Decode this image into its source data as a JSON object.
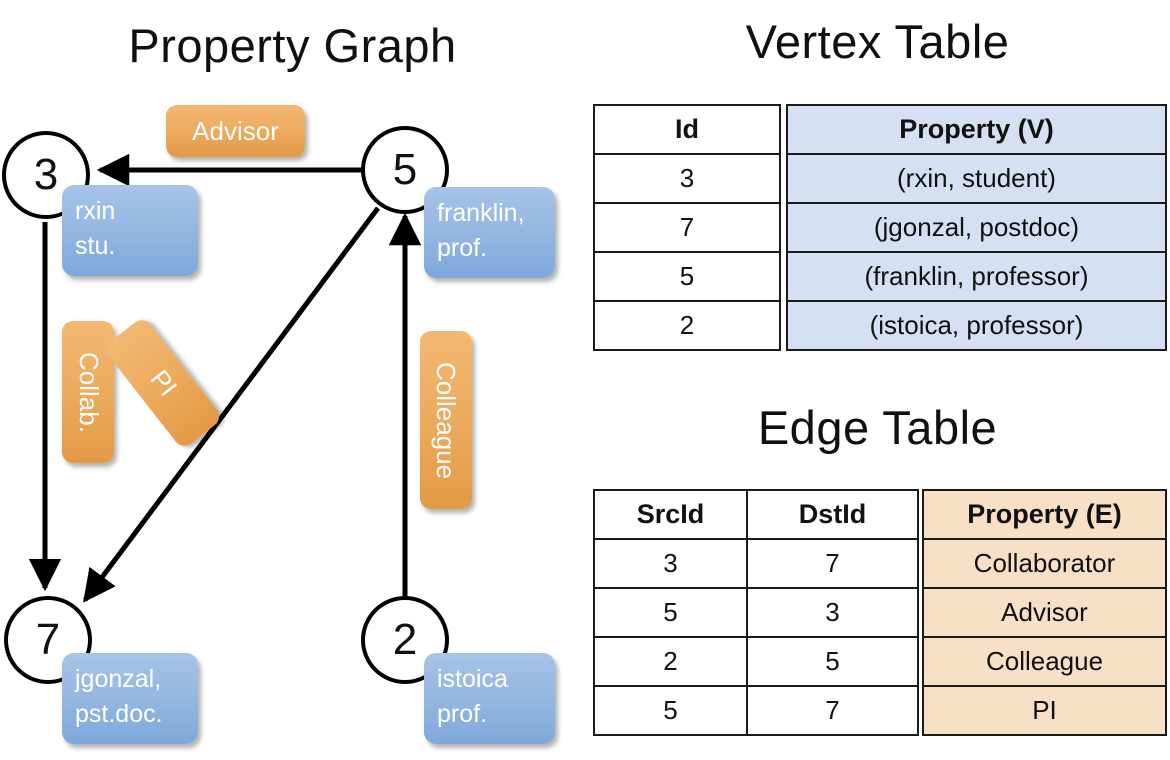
{
  "graph": {
    "title": "Property Graph",
    "nodes": [
      {
        "id": "3",
        "label": "3",
        "prop_line1": "rxin",
        "prop_line2": "stu."
      },
      {
        "id": "5",
        "label": "5",
        "prop_line1": "franklin,",
        "prop_line2": "prof."
      },
      {
        "id": "7",
        "label": "7",
        "prop_line1": "jgonzal,",
        "prop_line2": "pst.doc."
      },
      {
        "id": "2",
        "label": "2",
        "prop_line1": "istoica",
        "prop_line2": "prof."
      }
    ],
    "edge_labels": [
      {
        "name": "advisor-label",
        "text": "Advisor"
      },
      {
        "name": "collab-label",
        "text": "Collab."
      },
      {
        "name": "pi-label",
        "text": "PI"
      },
      {
        "name": "colleague-label",
        "text": "Colleague"
      }
    ]
  },
  "vertex_table": {
    "title": "Vertex Table",
    "columns": [
      "Id",
      "Property (V)"
    ],
    "rows": [
      {
        "id": "3",
        "property": "(rxin, student)"
      },
      {
        "id": "7",
        "property": "(jgonzal, postdoc)"
      },
      {
        "id": "5",
        "property": "(franklin, professor)"
      },
      {
        "id": "2",
        "property": "(istoica, professor)"
      }
    ]
  },
  "edge_table": {
    "title": "Edge Table",
    "columns": [
      "SrcId",
      "DstId",
      "Property (E)"
    ],
    "rows": [
      {
        "src": "3",
        "dst": "7",
        "property": "Collaborator"
      },
      {
        "src": "5",
        "dst": "3",
        "property": "Advisor"
      },
      {
        "src": "2",
        "dst": "5",
        "property": "Colleague"
      },
      {
        "src": "5",
        "dst": "7",
        "property": "PI"
      }
    ]
  },
  "colors": {
    "vertex_fill": "#d5e0f2",
    "edge_fill": "#f7e0c6",
    "vertex_box": "#8fb4e0",
    "edge_box": "#eda95c",
    "stroke": "#000000"
  }
}
